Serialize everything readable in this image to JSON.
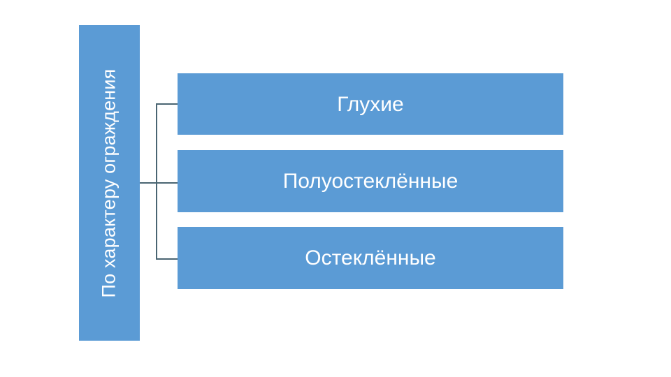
{
  "diagram": {
    "type": "hierarchy-horizontal",
    "background_color": "#FFFFFF",
    "accent_color": "#5B9BD5",
    "connector_color": "#4A6572",
    "text_color": "#FFFFFF",
    "root": {
      "label": "По характеру ограждения",
      "orientation": "vertical-rotated-ccw"
    },
    "branches": [
      {
        "label": "Глухие"
      },
      {
        "label": "Полуостеклённые"
      },
      {
        "label": "Остеклённые"
      }
    ]
  }
}
